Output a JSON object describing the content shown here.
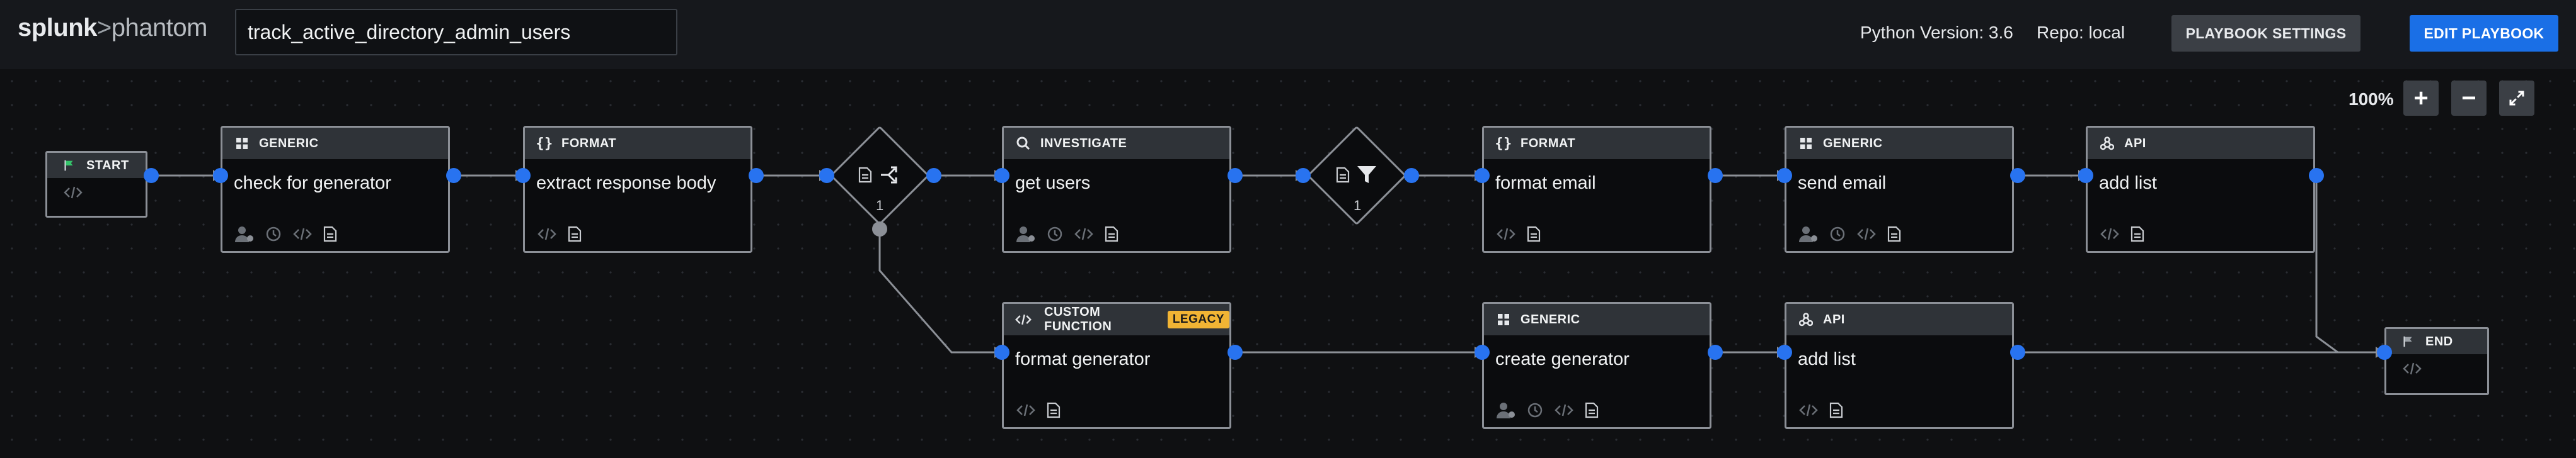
{
  "header": {
    "brand": "splunk",
    "separator": ">",
    "product": "phantom",
    "playbook_name": "track_active_directory_admin_users",
    "python_version": "Python Version: 3.6",
    "repo": "Repo: local",
    "settings_button": "PLAYBOOK SETTINGS",
    "edit_button": "EDIT PLAYBOOK"
  },
  "zoom": {
    "level": "100%",
    "plus": "+",
    "minus": "−"
  },
  "nodes": {
    "start": {
      "label": "START"
    },
    "end": {
      "label": "END"
    },
    "check_for_generator": {
      "type": "GENERIC",
      "title": "check for generator"
    },
    "extract_response_body": {
      "type": "FORMAT",
      "title": "extract response body"
    },
    "get_users": {
      "type": "INVESTIGATE",
      "title": "get users"
    },
    "format_email": {
      "type": "FORMAT",
      "title": "format email"
    },
    "send_email": {
      "type": "GENERIC",
      "title": "send email"
    },
    "add_list_top": {
      "type": "API",
      "title": "add list"
    },
    "format_generator": {
      "type": "CUSTOM FUNCTION",
      "badge": "LEGACY",
      "title": "format generator"
    },
    "create_generator": {
      "type": "GENERIC",
      "title": "create generator"
    },
    "add_list_bottom": {
      "type": "API",
      "title": "add list"
    },
    "decision": {
      "count": "1"
    },
    "filter": {
      "count": "1"
    }
  },
  "colors": {
    "port": "#2873f0",
    "node_border": "#8c9097",
    "legacy_badge": "#f1b434",
    "edit_button": "#1a6fe6"
  }
}
